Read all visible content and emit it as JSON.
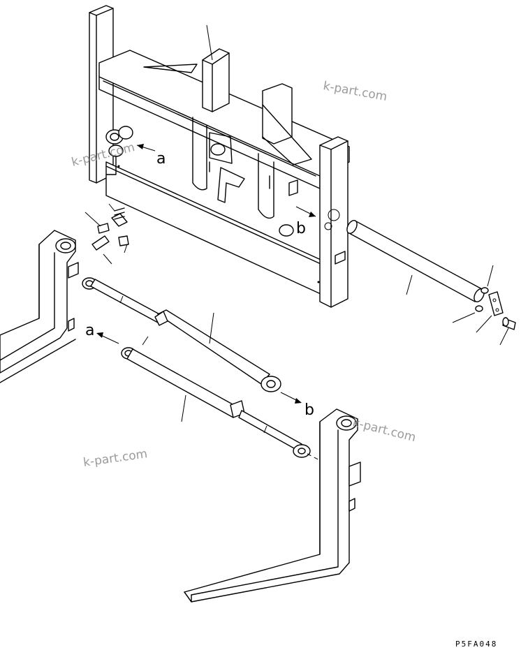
{
  "watermarks": [
    "k-part.com",
    "k-part.com",
    "k-part.com",
    "k-part.com"
  ],
  "callouts": {
    "arrow_a_top": "a",
    "arrow_b_top": "b",
    "arrow_a_bottom": "a",
    "arrow_b_bottom": "b"
  },
  "drawing_code": "P5FA048"
}
